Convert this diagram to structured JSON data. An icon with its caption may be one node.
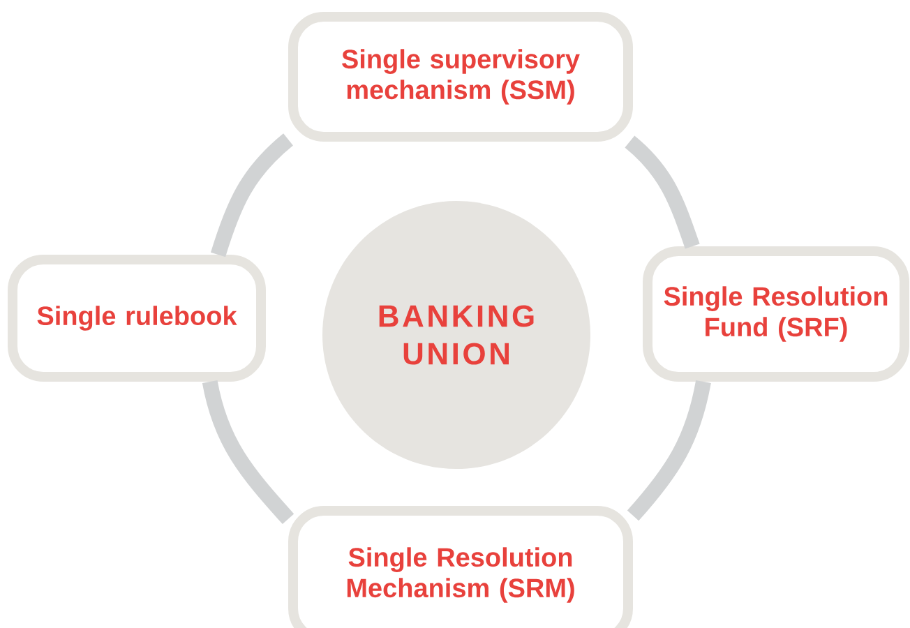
{
  "diagram": {
    "nodes": [
      {
        "text": [
          "Single supervisory mechanism (SSM)"
        ]
      },
      {
        "text": [
          "Single rulebook"
        ]
      },
      {
        "text": [
          "BANKING UNION"
        ]
      },
      {
        "text": [
          "Single Resolution Fund (SRF)"
        ]
      },
      {
        "text": [
          "Single Resolution Mechanism (SRM)"
        ]
      }
    ],
    "edges": [
      {
        "from": 0,
        "to": 3,
        "arrow": "none"
      },
      {
        "from": 3,
        "to": 4,
        "arrow": "none"
      },
      {
        "from": 4,
        "to": 1,
        "arrow": "none"
      },
      {
        "from": 1,
        "to": 0,
        "arrow": "none"
      }
    ]
  }
}
